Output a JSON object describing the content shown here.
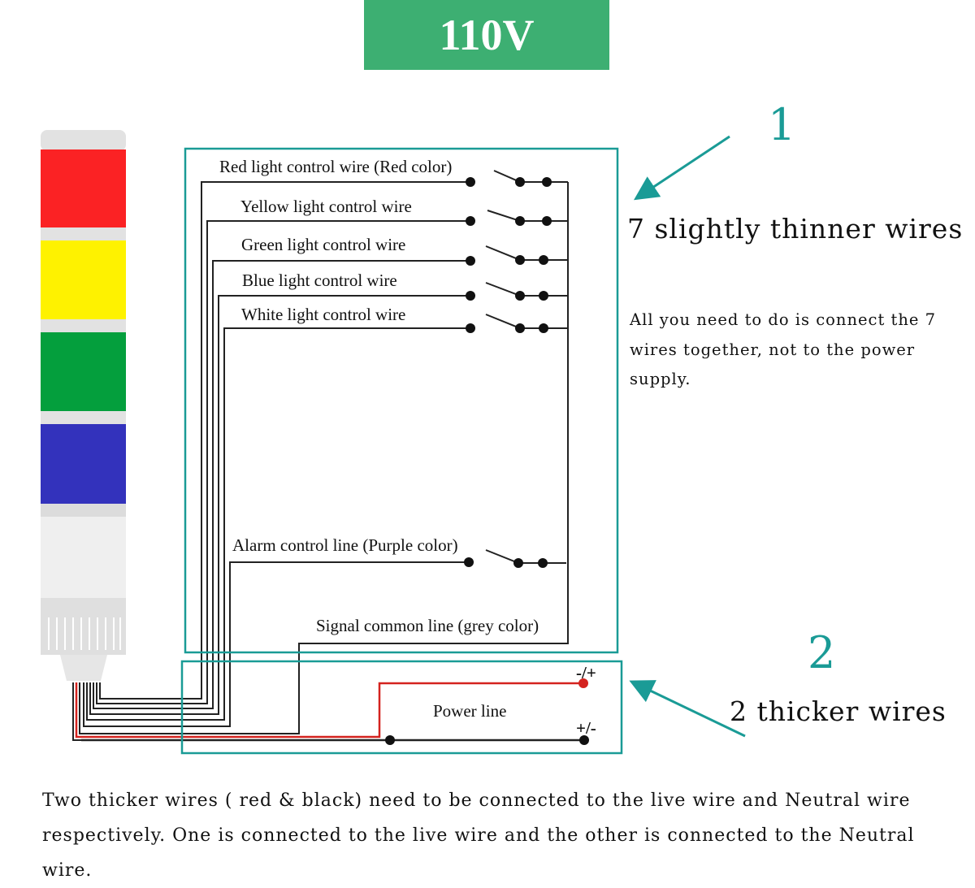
{
  "title": "110V",
  "colors": {
    "title_bg": "#3daf72",
    "accent_teal": "#1a9b96",
    "lamp_red": "#fb2224",
    "lamp_yellow": "#fef200",
    "lamp_green": "#049f3d",
    "lamp_blue": "#3332bc",
    "lamp_white": "#efefef",
    "power_red": "#d4231f"
  },
  "wires": [
    {
      "label": "Red light control wire (Red color)"
    },
    {
      "label": "Yellow light control wire"
    },
    {
      "label": "Green light control wire"
    },
    {
      "label": "Blue light control wire"
    },
    {
      "label": "White light control wire"
    },
    {
      "label": "Alarm control line (Purple color)"
    },
    {
      "label": "Signal common line (grey color)"
    }
  ],
  "power": {
    "label": "Power line",
    "terminal_top": "-/+",
    "terminal_bottom": "+/-"
  },
  "callout1": {
    "number": "1",
    "heading": "7 slightly thinner wires",
    "note": "All you need to do is connect the 7 wires together, not to the power supply."
  },
  "callout2": {
    "number": "2",
    "heading": "2 thicker wires"
  },
  "footer": "Two thicker wires ( red & black) need to be connected to the live wire and Neutral wire respectively. One is connected to the live wire and the other is connected to the Neutral wire."
}
